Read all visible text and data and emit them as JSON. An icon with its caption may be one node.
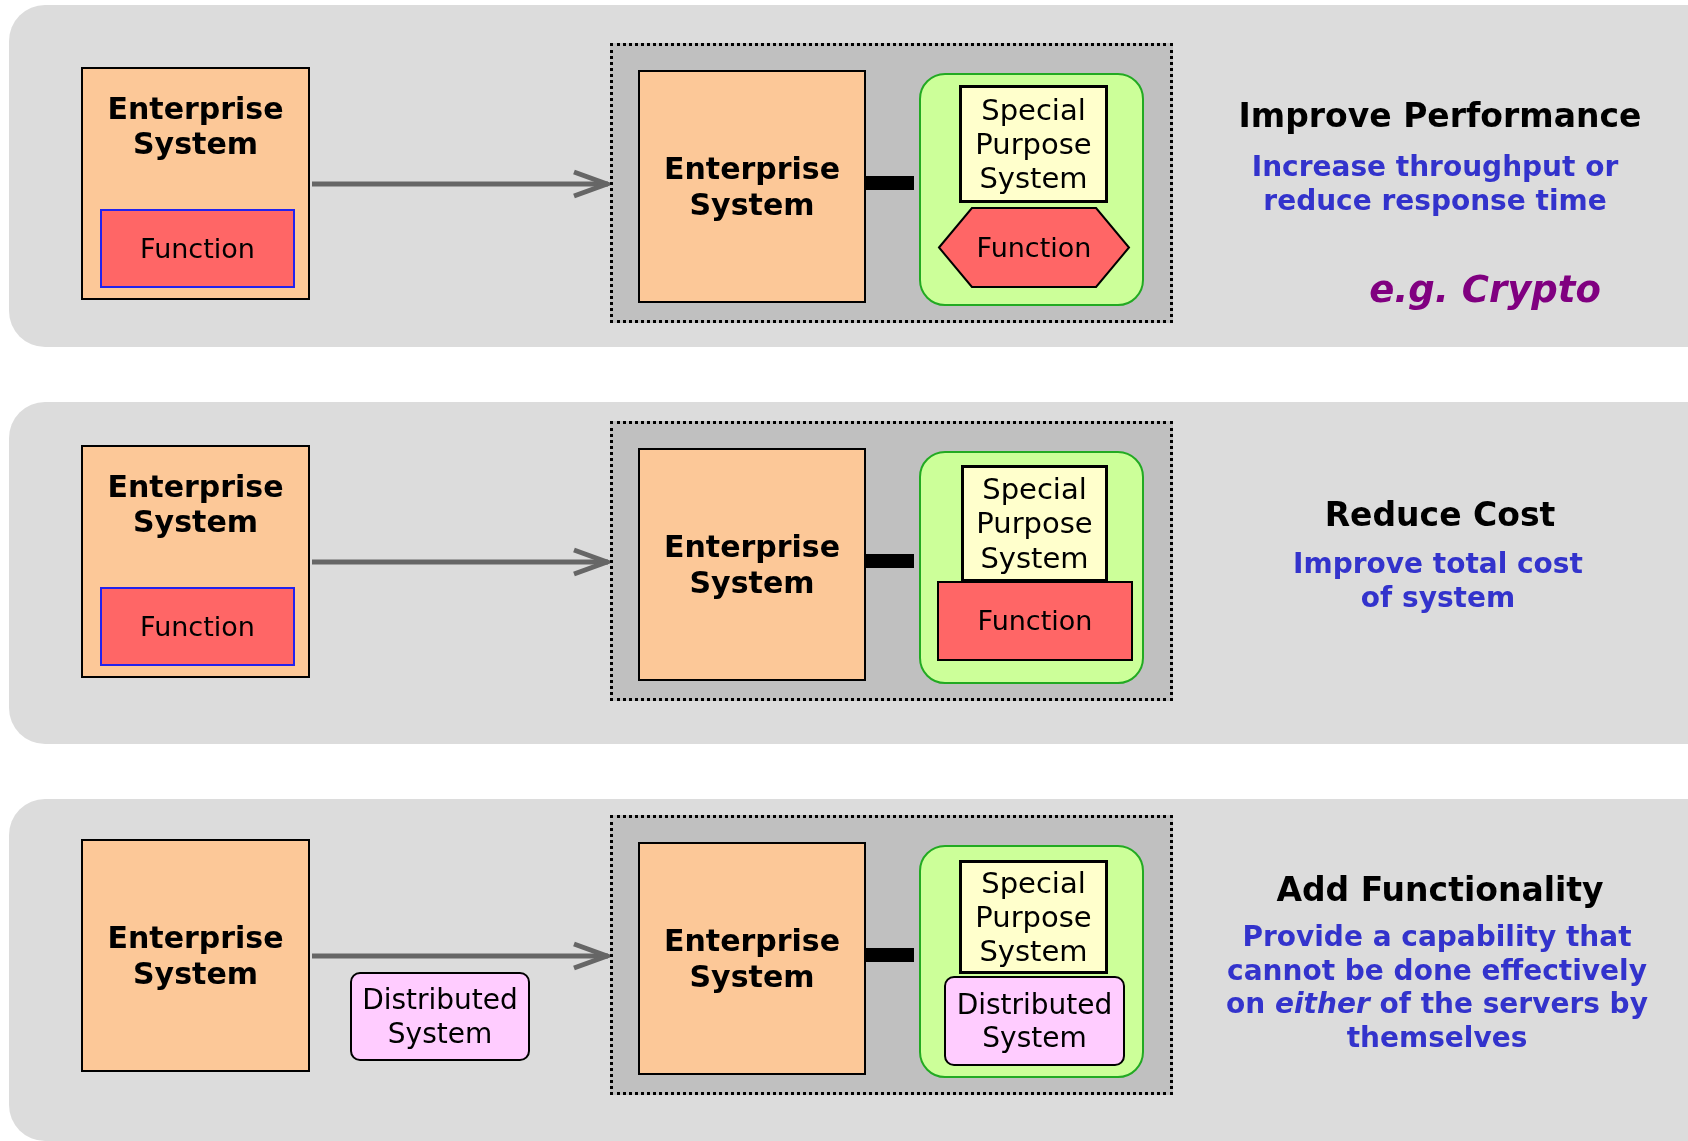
{
  "diagram": {
    "nodes": [
      {
        "text": [
          "Enterprise System"
        ]
      },
      {
        "text": [
          "Function"
        ],
        "in": 0
      },
      {
        "text": [],
        "shape": "box"
      },
      {
        "text": [
          "Enterprise System"
        ],
        "in": 2
      },
      {
        "text": [],
        "shape": "box",
        "in": 2
      },
      {
        "text": [
          "Special Purpose System"
        ],
        "in": 4
      },
      {
        "text": [
          "Function"
        ],
        "in": 4
      },
      {
        "text": [
          "Enterprise System"
        ]
      },
      {
        "text": [
          "Function"
        ],
        "in": 7
      },
      {
        "text": [],
        "shape": "box"
      },
      {
        "text": [
          "Enterprise System"
        ],
        "in": 9
      },
      {
        "text": [],
        "shape": "box",
        "in": 9
      },
      {
        "text": [
          "Special Purpose System"
        ],
        "in": 11
      },
      {
        "text": [
          "Function"
        ],
        "in": 11
      },
      {
        "text": [
          "Enterprise System"
        ]
      },
      {
        "text": [
          "Distributed System"
        ]
      },
      {
        "text": [],
        "shape": "box"
      },
      {
        "text": [
          "Enterprise System"
        ],
        "in": 16
      },
      {
        "text": [],
        "shape": "box",
        "in": 16
      },
      {
        "text": [
          "Special Purpose System"
        ],
        "in": 18
      },
      {
        "text": [
          "Distributed System"
        ],
        "in": 18
      }
    ],
    "edges": [
      {
        "from": 0,
        "to": 2,
        "arrow": "to"
      },
      {
        "from": 3,
        "to": 4,
        "arrow": "none",
        "style": "thick",
        "color": "#000000"
      },
      {
        "from": 7,
        "to": 9,
        "arrow": "to"
      },
      {
        "from": 10,
        "to": 11,
        "arrow": "none",
        "style": "thick",
        "color": "#000000"
      },
      {
        "from": 14,
        "to": 16,
        "arrow": "to"
      },
      {
        "from": 17,
        "to": 18,
        "arrow": "none",
        "style": "thick",
        "color": "#000000"
      }
    ],
    "labels": [
      "Improve Performance",
      "Increase throughput or reduce response time",
      "e.g. Crypto",
      "Reduce Cost",
      "Improve total cost of system",
      "Add Functionality",
      "Provide a capability that cannot be done effectively on *either* of the servers by themselves"
    ]
  }
}
